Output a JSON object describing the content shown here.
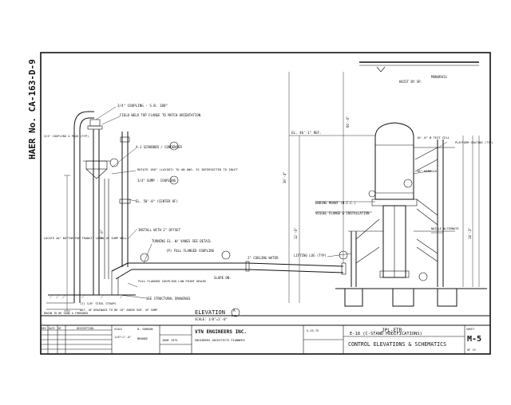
{
  "side_stamp": "HAER No. CA-163-D-9",
  "elevation": {
    "title": "ELEVATION",
    "marker": "A",
    "sheet_ref": "M-5",
    "scale": "SCALE: 1/8\"=1'-0\""
  },
  "labels": {
    "top_coupling": "3/4\" COUPLING - S.B. 180°",
    "field_weld": "FIELD WELD TOP FLANGE TO MATCH ORIENTATION",
    "coupling_left": "3/4\" COUPLING & PLUG (TYP)",
    "scrubber": "A-1 SCRUBBER / CONDENSER",
    "rotate": "ROTATE 180° (LAYOUT) TO AN ANG. IS INTERSECTED TO INLET",
    "sump_coupling": "3/4\" SUMP - COUPLING",
    "el_level": "EL. 50'-0\" (CENTER OF)",
    "install_offset": "INSTALL WITH 2\" OFFSET",
    "locate_note": "LOCATE 40\" BOTTOM FOR TRANSIT LEVEL OF SUMP WALL",
    "turning": "TURNING EL. W/ VANES SEE DETAIL",
    "flanged_coupling": "(P) FULL FLANGED COUPLING",
    "fill_drain": "FULL FLANGED COUPLING LOW POINT DRAIN",
    "slope": "SLOPE DN.",
    "cooling_water": "2\" COOLING WATER",
    "ending_mount": "ENDING MOUNT (N.I.C.)",
    "vessel_flange": "VESSEL FLANGE & INSTALLATION",
    "lifting_lug": "LIFTING LUG (TYP)",
    "see_structural": "SEE STRUCTURAL DRAWINGS",
    "steel_straps": "(2) 3/8\" STEEL STRAPS",
    "drainage": "BOT. OF DRAINAGE TO BE 18\" ABOVE BOT. OF SUMP",
    "drain_ends": "DRAIN TO BE SAND & THREADED",
    "monorail": "MONORAIL",
    "hoist": "HOIST BY SP.",
    "el_top": "EL. 46'-1\" REF.",
    "test_cell": "10'-0\" Ø TEST CELL",
    "platform": "PLATFORM GRATING (TYP)",
    "manhole": "18\" MANHOLE",
    "nozzle": "NOZZLE ALTERNATE",
    "dim_a": "60'-0\"",
    "dim_b": "30'-4\"",
    "dim_c": "12'-0\"",
    "dim_d": "4'-0\"",
    "dim_e": "14'-3\""
  },
  "title_block": {
    "company": "VTN ENGINEERS INC.",
    "company_sub": "ENGINEERS ARCHITECTS PLANNERS",
    "project": "JPL-ETR",
    "subtitle": "E-18 (C-STAND MODIFICATIONS)",
    "drawing_title": "CONTROL ELEVATIONS & SCHEMATICS",
    "sheet_label": "SHEET",
    "sheet_no": "M-5",
    "sheet_of": "OF 15",
    "scale_label": "SCALE",
    "scale_val": "1/8\"=1'-0\"",
    "rev_headers": [
      "REV",
      "DATE",
      "BY",
      "DESCRIPTION"
    ],
    "drawn": "D. DOBSON",
    "checked": "BRANDE",
    "date": "JUNE 1975",
    "stamp_date": "5-25-75"
  }
}
